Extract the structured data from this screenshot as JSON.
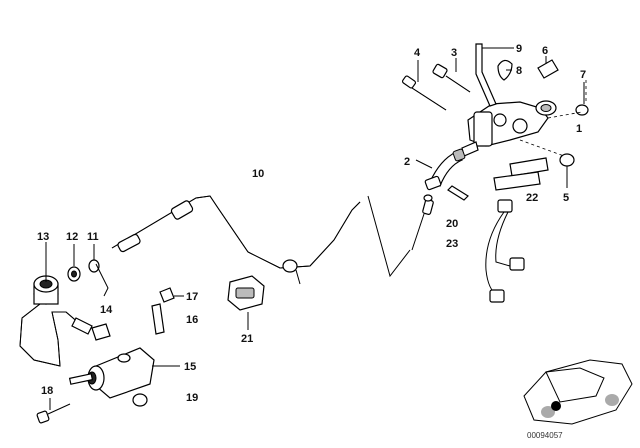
{
  "callouts": [
    {
      "id": "1",
      "label": "1"
    },
    {
      "id": "2",
      "label": "2"
    },
    {
      "id": "3",
      "label": "3"
    },
    {
      "id": "4",
      "label": "4"
    },
    {
      "id": "5",
      "label": "5"
    },
    {
      "id": "6",
      "label": "6"
    },
    {
      "id": "7",
      "label": "7"
    },
    {
      "id": "8",
      "label": "8"
    },
    {
      "id": "9",
      "label": "9"
    },
    {
      "id": "10",
      "label": "10"
    },
    {
      "id": "11",
      "label": "11"
    },
    {
      "id": "12",
      "label": "12"
    },
    {
      "id": "13",
      "label": "13"
    },
    {
      "id": "14",
      "label": "14"
    },
    {
      "id": "15",
      "label": "15"
    },
    {
      "id": "16",
      "label": "16"
    },
    {
      "id": "17",
      "label": "17"
    },
    {
      "id": "18",
      "label": "18"
    },
    {
      "id": "19",
      "label": "19"
    },
    {
      "id": "20",
      "label": "20"
    },
    {
      "id": "21",
      "label": "21"
    },
    {
      "id": "22",
      "label": "22"
    },
    {
      "id": "23",
      "label": "23"
    }
  ],
  "diagram_code": "00094057"
}
